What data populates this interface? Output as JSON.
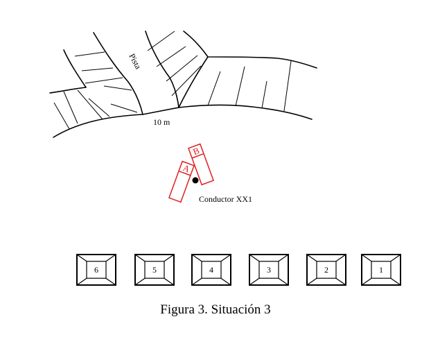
{
  "labels": {
    "pista": "Pista",
    "distance": "10 m",
    "driver": "Conductor XX1",
    "car_a": "A",
    "car_b": "B"
  },
  "booths": [
    "6",
    "5",
    "4",
    "3",
    "2",
    "1"
  ],
  "caption": "Figura 3. Situación 3",
  "colors": {
    "vehicle": "#e02020",
    "ink": "#000000"
  }
}
